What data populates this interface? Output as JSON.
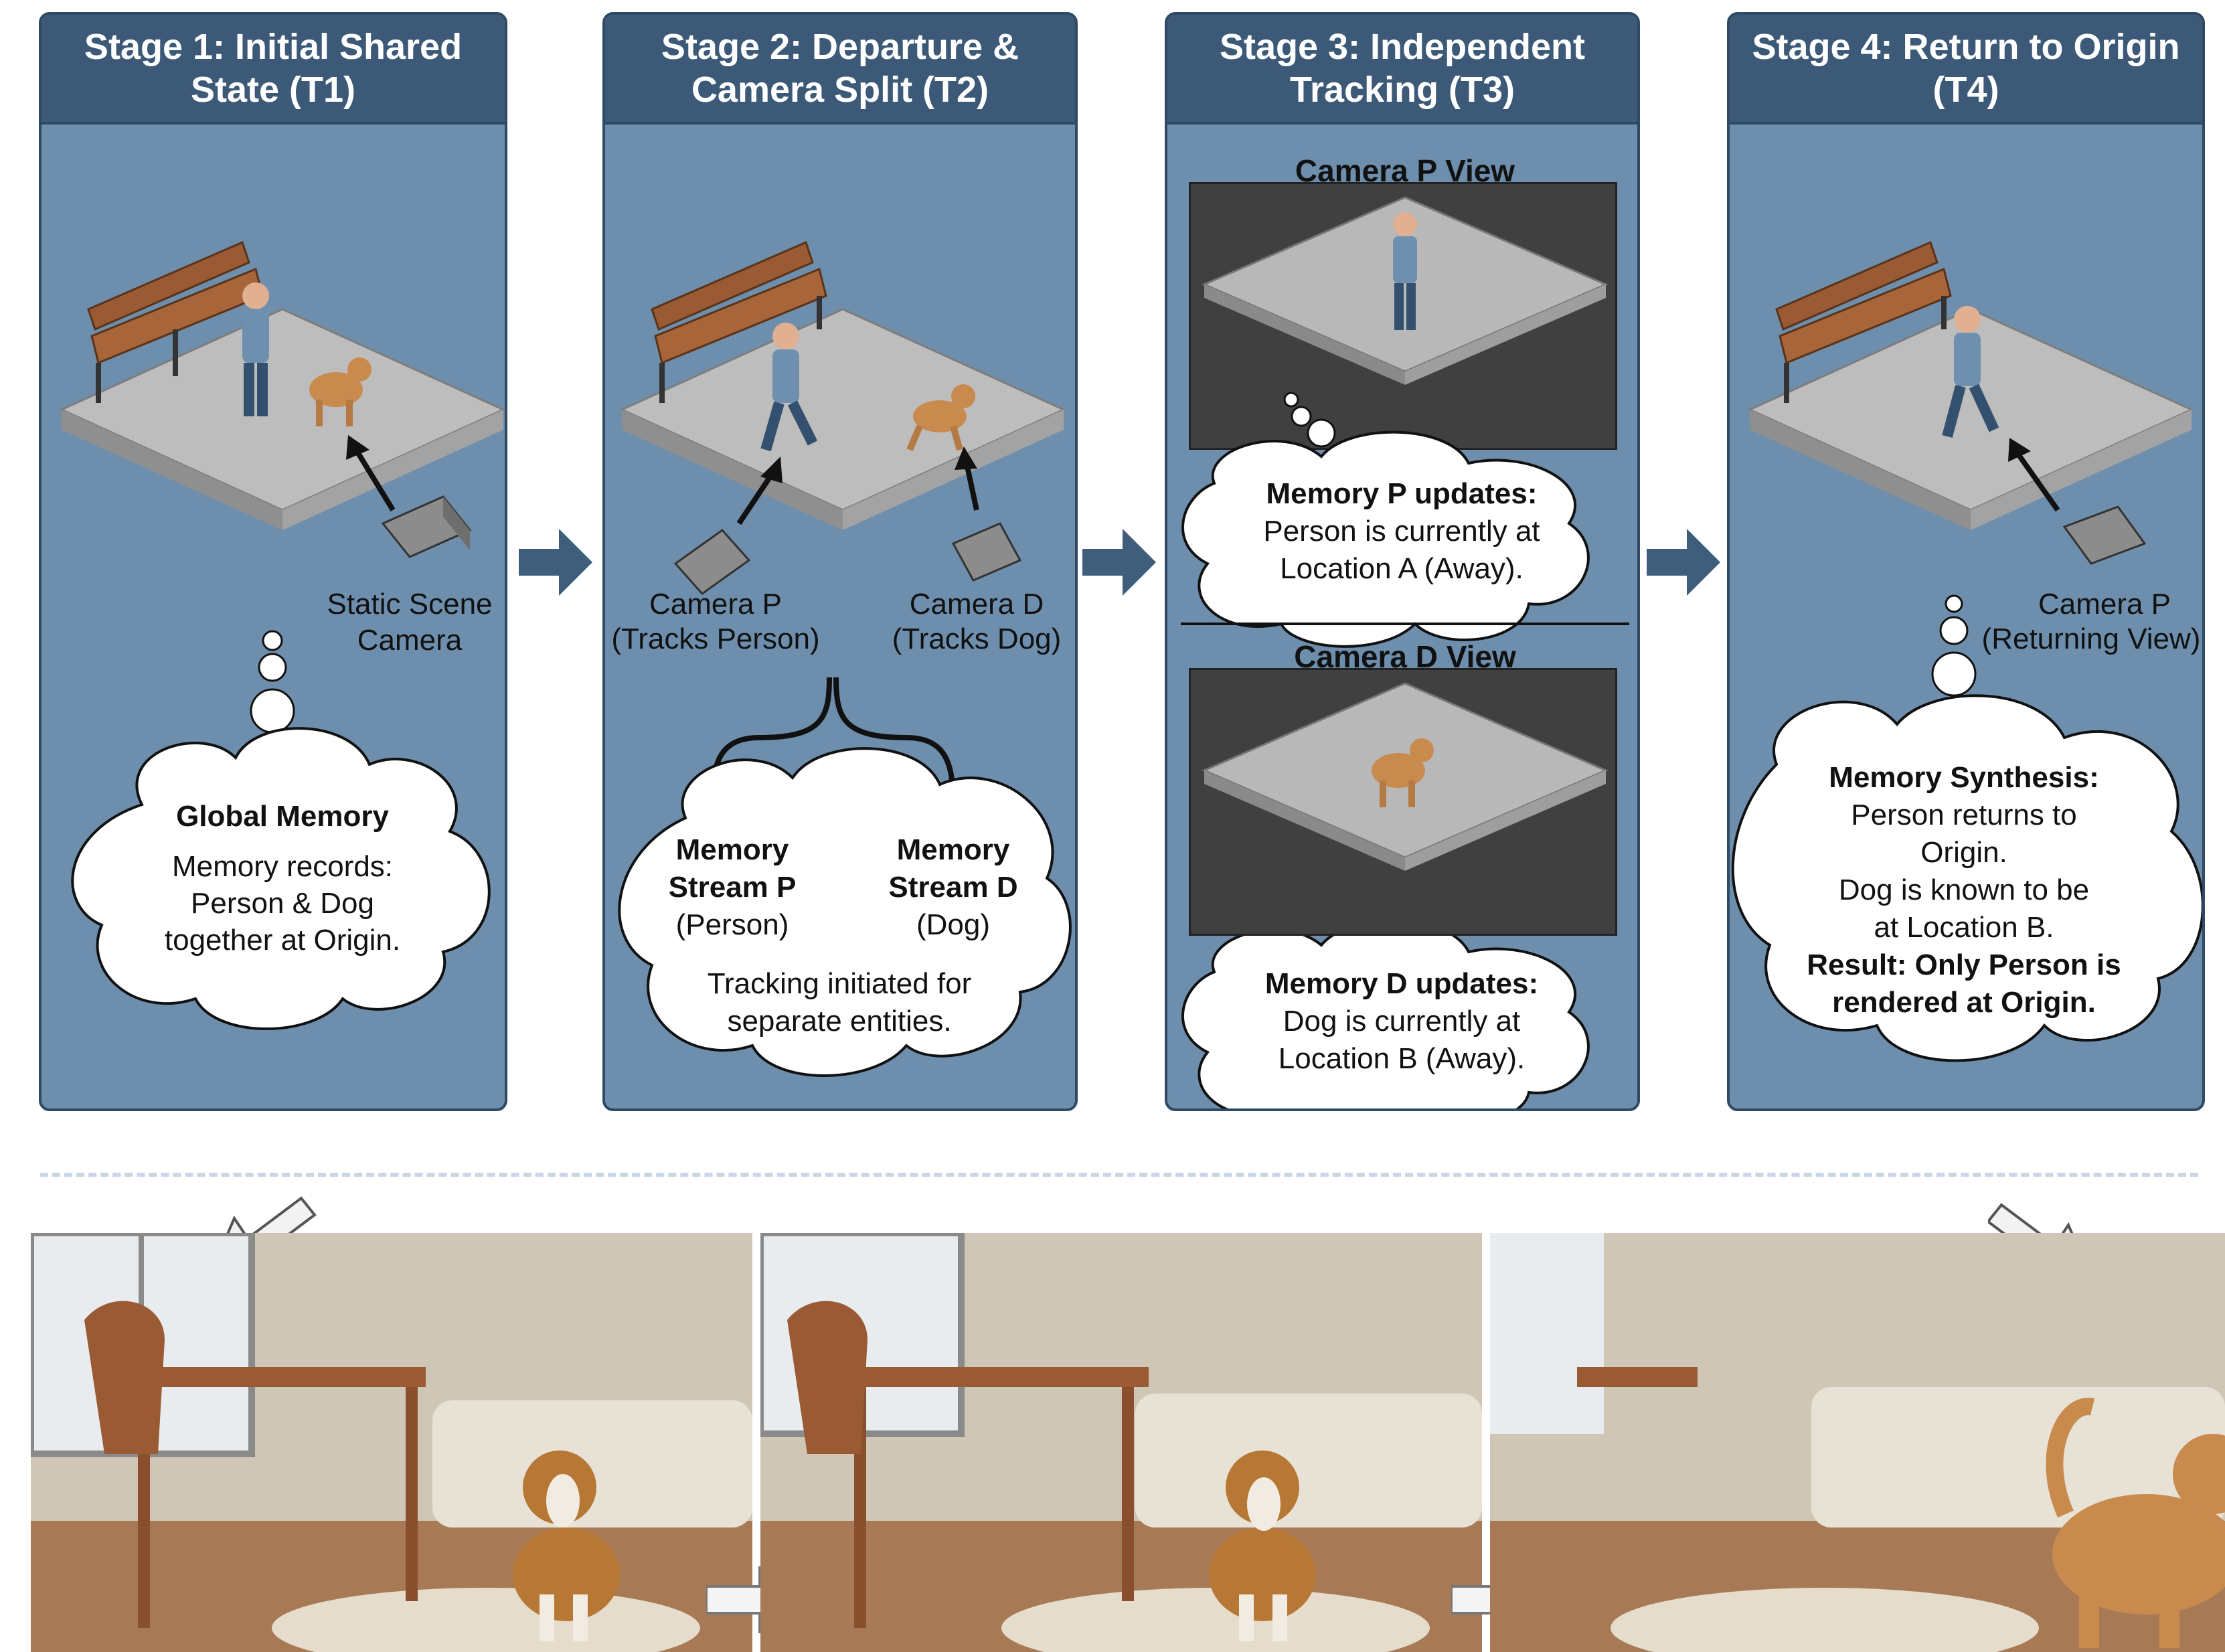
{
  "stages": [
    {
      "title": "Stage 1: Initial Shared State (T1)",
      "camera_label": "Static Scene Camera",
      "cloud": {
        "title": "Global Memory",
        "lines": [
          "Memory records:",
          "Person & Dog",
          "together at Origin."
        ]
      }
    },
    {
      "title": "Stage 2: Departure & Camera Split (T2)",
      "camera_p": {
        "name": "Camera P",
        "sub": "(Tracks Person)"
      },
      "camera_d": {
        "name": "Camera D",
        "sub": "(Tracks Dog)"
      },
      "cloud": {
        "stream_p": {
          "title1": "Memory",
          "title2": "Stream P",
          "sub": "(Person)"
        },
        "stream_d": {
          "title1": "Memory",
          "title2": "Stream D",
          "sub": "(Dog)"
        },
        "lines": [
          "Tracking initiated for",
          "separate entities."
        ]
      }
    },
    {
      "title": "Stage 3: Independent Tracking (T3)",
      "view_p": {
        "title": "Camera P View",
        "cloud_title": "Memory P updates:",
        "lines": [
          "Person is currently at",
          "Location A (Away)."
        ]
      },
      "view_d": {
        "title": "Camera D View",
        "cloud_title": "Memory D updates:",
        "lines": [
          "Dog is currently at",
          "Location B (Away)."
        ]
      }
    },
    {
      "title": "Stage 4: Return to Origin (T4)",
      "camera_p": {
        "name": "Camera P",
        "sub": "(Returning View)"
      },
      "cloud": {
        "title": "Memory Synthesis:",
        "lines": [
          "Person returns to",
          "Origin.",
          "Dog is known to be",
          "at Location B."
        ],
        "result_lines": [
          "Result: Only Person is",
          "rendered at Origin."
        ]
      }
    }
  ],
  "colors": {
    "panel_bg": "#6d8fad",
    "panel_header": "#3c5a78",
    "arrow": "#3e5e7c",
    "platform": "#b9b9b9",
    "bench": "#9a5b34"
  }
}
